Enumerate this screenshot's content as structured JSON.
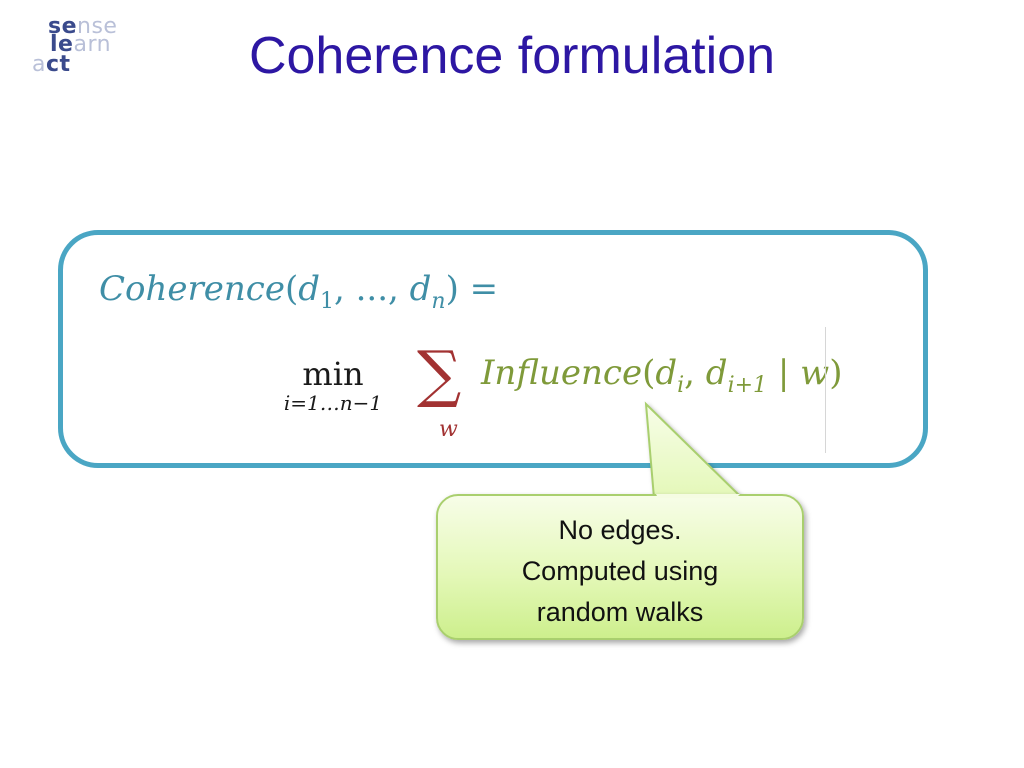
{
  "logo": {
    "row1_strong": "se",
    "row1_faint": "nse",
    "row2_strong": "le",
    "row2_faint": "arn",
    "row3_faint": "a",
    "row3_strong": "ct"
  },
  "slide": {
    "title": "Coherence formulation"
  },
  "formula": {
    "lhs_name": "Coherence",
    "lhs_open": "(",
    "lhs_d": "d",
    "lhs_sub1": "1",
    "lhs_mid": ", ..., ",
    "lhs_d2": "d",
    "lhs_subn": "n",
    "lhs_close": ") =",
    "min_word": "min",
    "min_sub": "i=1…n−1",
    "sum_symbol": "∑",
    "sum_sub": "w",
    "influence_name": "Influence",
    "inf_open": "(",
    "inf_d1": "d",
    "inf_sub_i": "i",
    "inf_comma": ", ",
    "inf_d2": "d",
    "inf_sub_i1": "i+1",
    "inf_bar": " | ",
    "inf_w": "w",
    "inf_close": ")"
  },
  "callout": {
    "line1": "No edges.",
    "line2": "Computed using",
    "line3": "random walks"
  },
  "colors": {
    "title": "#2d17a3",
    "box_border": "#4aa6c4",
    "lhs": "#3f8ea6",
    "sigma": "#a23232",
    "influence": "#7f9a3a",
    "callout_fill": "#e4f8b8",
    "callout_border": "#a9cf6e"
  }
}
